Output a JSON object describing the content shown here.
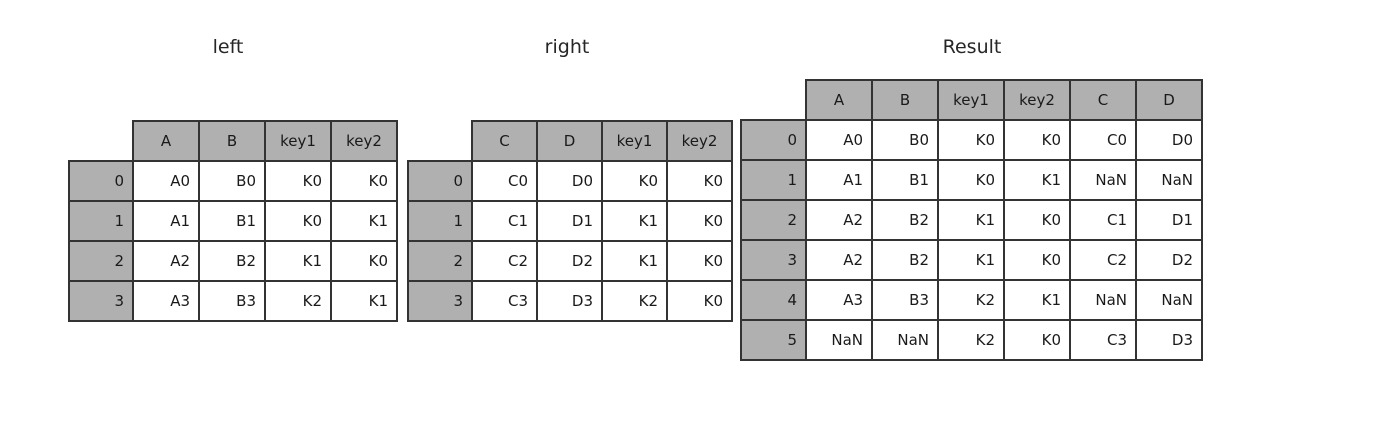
{
  "figure": {
    "background": "#ffffff",
    "header_fill": "#b0b0b0",
    "cell_fill": "#ffffff",
    "border_color": "#333333",
    "text_color": "#1a1a1a"
  },
  "panels": [
    {
      "key": "left",
      "title": "left",
      "index_header": "",
      "columns": [
        "A",
        "B",
        "key1",
        "key2"
      ],
      "index": [
        "0",
        "1",
        "2",
        "3"
      ],
      "rows": [
        [
          "A0",
          "B0",
          "K0",
          "K0"
        ],
        [
          "A1",
          "B1",
          "K0",
          "K1"
        ],
        [
          "A2",
          "B2",
          "K1",
          "K0"
        ],
        [
          "A3",
          "B3",
          "K2",
          "K1"
        ]
      ]
    },
    {
      "key": "right",
      "title": "right",
      "index_header": "",
      "columns": [
        "C",
        "D",
        "key1",
        "key2"
      ],
      "index": [
        "0",
        "1",
        "2",
        "3"
      ],
      "rows": [
        [
          "C0",
          "D0",
          "K0",
          "K0"
        ],
        [
          "C1",
          "D1",
          "K1",
          "K0"
        ],
        [
          "C2",
          "D2",
          "K1",
          "K0"
        ],
        [
          "C3",
          "D3",
          "K2",
          "K0"
        ]
      ]
    },
    {
      "key": "result",
      "title": "Result",
      "index_header": "",
      "columns": [
        "A",
        "B",
        "key1",
        "key2",
        "C",
        "D"
      ],
      "index": [
        "0",
        "1",
        "2",
        "3",
        "4",
        "5"
      ],
      "rows": [
        [
          "A0",
          "B0",
          "K0",
          "K0",
          "C0",
          "D0"
        ],
        [
          "A1",
          "B1",
          "K0",
          "K1",
          "NaN",
          "NaN"
        ],
        [
          "A2",
          "B2",
          "K1",
          "K0",
          "C1",
          "D1"
        ],
        [
          "A2",
          "B2",
          "K1",
          "K0",
          "C2",
          "D2"
        ],
        [
          "A3",
          "B3",
          "K2",
          "K1",
          "NaN",
          "NaN"
        ],
        [
          "NaN",
          "NaN",
          "K2",
          "K0",
          "C3",
          "D3"
        ]
      ]
    }
  ]
}
